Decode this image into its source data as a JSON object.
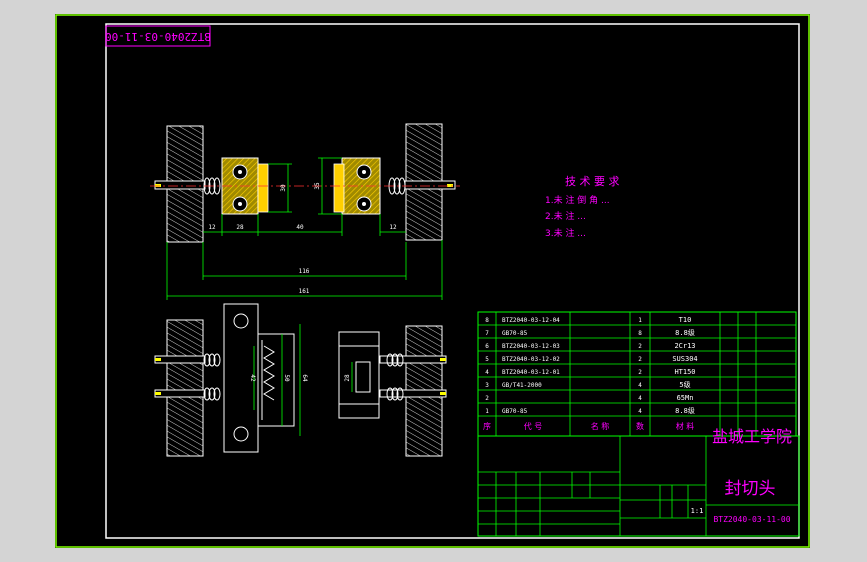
{
  "drawing_number_rotated": "BTZ2040-03-11-00",
  "dimensions": {
    "d12_left": "12",
    "d28": "28",
    "d40": "40",
    "d12_right": "12",
    "d116": "116",
    "d161": "161",
    "h30": "30",
    "h35": "35",
    "v42": "42",
    "v50": "50",
    "v64": "64",
    "v28": "28"
  },
  "tech": {
    "title": "技 术 要 求",
    "line1": "1.未 注 倒 角 ...",
    "line2": "2.未 注 ...",
    "line3": "3.未 注 ..."
  },
  "bom": {
    "rows": [
      {
        "no": "8",
        "code": "BTZ2040-03-12-04",
        "qty": "1",
        "material": "T10"
      },
      {
        "no": "7",
        "code": "GB70-85",
        "qty": "8",
        "material": "8.8级"
      },
      {
        "no": "6",
        "code": "BTZ2040-03-12-03",
        "qty": "2",
        "material": "2Cr13"
      },
      {
        "no": "5",
        "code": "BTZ2040-03-12-02",
        "qty": "2",
        "material": "SUS304"
      },
      {
        "no": "4",
        "code": "BTZ2040-03-12-01",
        "qty": "2",
        "material": "HT150"
      },
      {
        "no": "3",
        "code": "GB/T41-2000",
        "qty": "4",
        "material": "5级"
      },
      {
        "no": "2",
        "code": "",
        "qty": "4",
        "material": "65Mn"
      },
      {
        "no": "1",
        "code": "GB70-85",
        "qty": "4",
        "material": "8.8级"
      }
    ],
    "header": {
      "no": "序",
      "code": "代 号",
      "name": "名 称",
      "qty": "数",
      "material": "材 料"
    }
  },
  "title_block": {
    "school": "盐城工学院",
    "part_name": "封切头",
    "drawing_no": "BTZ2040-03-11-00",
    "scale": "1:1"
  },
  "colors": {
    "background": "#000000",
    "frame": "#7fff00",
    "outline": "#ffffff",
    "text": "#ff00ff",
    "green": "#00ff00",
    "cyan": "#00ffff",
    "yellow": "#ffff00",
    "orange": "#ffb000"
  }
}
